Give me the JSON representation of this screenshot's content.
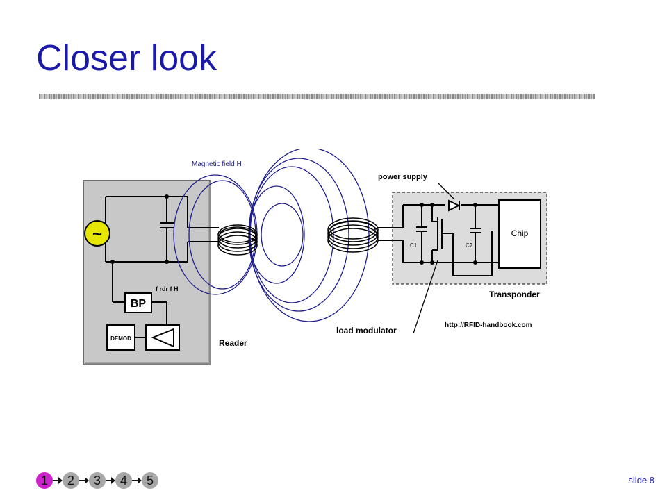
{
  "slide": {
    "title": "Closer look",
    "slide_number": "slide 8"
  },
  "diagram": {
    "magnetic_field_label": "Magnetic field  H",
    "power_supply_label": "power supply",
    "chip_label": "Chip",
    "c1_label": "C1",
    "c2_label": "C2",
    "transponder_label": "Transponder",
    "reader_label": "Reader",
    "load_modulator_label": "load modulator",
    "url_label": "http://RFID-handbook.com",
    "bp_label": "BP",
    "demod_label": "DEMOD",
    "freq_label": "f rdr f H",
    "source_symbol": "~"
  },
  "navigation": {
    "steps": [
      "1",
      "2",
      "3",
      "4",
      "5"
    ],
    "active_step": "1"
  }
}
